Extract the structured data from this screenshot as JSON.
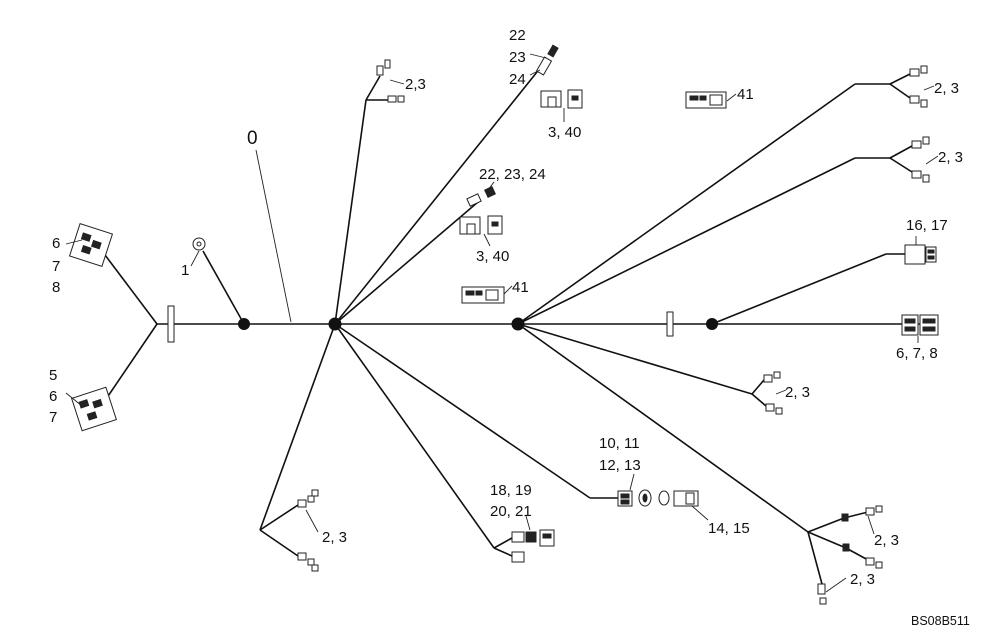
{
  "drawing_code": "BS08B511",
  "callouts": {
    "c0": "0",
    "c1": "1",
    "c6_left": "6",
    "c7_left": "7",
    "c8_left": "8",
    "c5_left": "5",
    "c6_left2": "6",
    "c7_left2": "7",
    "c23_top": "2,3",
    "c22_top": "22",
    "c23b_top": "23",
    "c24_top": "24",
    "c340_top": "3, 40",
    "c41_top": "41",
    "c222324": "22, 23, 24",
    "c340_mid": "3, 40",
    "c41_mid": "41",
    "c23_r1": "2, 3",
    "c23_r2": "2, 3",
    "c1617": "16, 17",
    "c678_right": "6, 7, 8",
    "c23_r3": "2, 3",
    "c1011": "10, 11",
    "c1213": "12, 13",
    "c1415": "14, 15",
    "c1819": "18, 19",
    "c2021": "20, 21",
    "c23_bl": "2, 3",
    "c23_br1": "2, 3",
    "c23_br2": "2, 3"
  }
}
